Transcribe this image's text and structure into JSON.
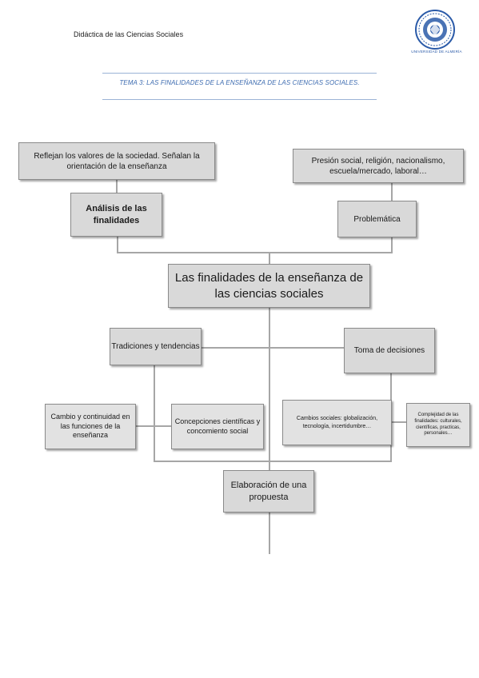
{
  "header": {
    "course": "Didáctica de las Ciencias Sociales",
    "logo_caption": "UNIVERSIDAD DE ALMERÍA",
    "logo_icon": "university-seal-icon"
  },
  "topic": "TEMA 3: LAS FINALIDADES DE LA ENSEÑANZA DE LAS CIENCIAS SOCIALES.",
  "diagram": {
    "reflect_values": "Reflejan los valores de la sociedad. Señalan la orientación de la enseñanza",
    "social_pressure": "Presión social, religión, nacionalismo, escuela/mercado, laboral…",
    "analysis": "Análisis de las finalidades",
    "problem": "Problemática",
    "central": "Las finalidades de la enseñanza de las ciencias sociales",
    "traditions": "Tradiciones y tendencias",
    "decisions": "Toma de decisiones",
    "change_continuity": "Cambio y continuidad en las funciones de la enseñanza",
    "scientific_conceptions": "Concepciones científicas y concomiento social",
    "social_changes": "Cambios sociales: globalización, tecnología, incertidumbre…",
    "complexity": "Complejidad de las finalidades: culturales, científicas, practicas, personales…",
    "proposal": "Elaboración de una propuesta"
  },
  "colors": {
    "box_fill": "#d9d9d9",
    "box_border": "#8a8a8a",
    "connector": "#a6a6a6",
    "topic_text": "#3c6bb0",
    "rule": "#9bb3d6"
  }
}
